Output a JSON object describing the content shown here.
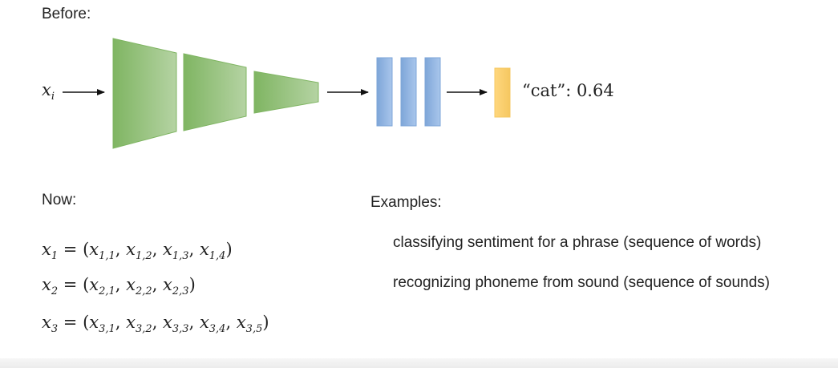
{
  "before_label": "Before:",
  "now_label": "Now:",
  "examples_label": "Examples:",
  "input_var": "x",
  "input_sub": "i",
  "output_label": "“cat”: 0.64",
  "sequences": [
    {
      "var": "x",
      "sub": "1",
      "elems": [
        "1,1",
        "1,2",
        "1,3",
        "1,4"
      ]
    },
    {
      "var": "x",
      "sub": "2",
      "elems": [
        "2,1",
        "2,2",
        "2,3"
      ]
    },
    {
      "var": "x",
      "sub": "3",
      "elems": [
        "3,1",
        "3,2",
        "3,3",
        "3,4",
        "3,5"
      ]
    }
  ],
  "examples": [
    "classifying sentiment for a phrase (sequence of words)",
    "recognizing phoneme from sound (sequence of sounds)"
  ],
  "colors": {
    "conv_green_dark": "#7fb562",
    "conv_green_light": "#b5d3a3",
    "fc_blue_dark": "#7ea6d8",
    "fc_blue_light": "#a9c6ec",
    "output_yellow": "#ffd77e",
    "output_yellow_dark": "#f5c760",
    "arrow": "#111111"
  }
}
